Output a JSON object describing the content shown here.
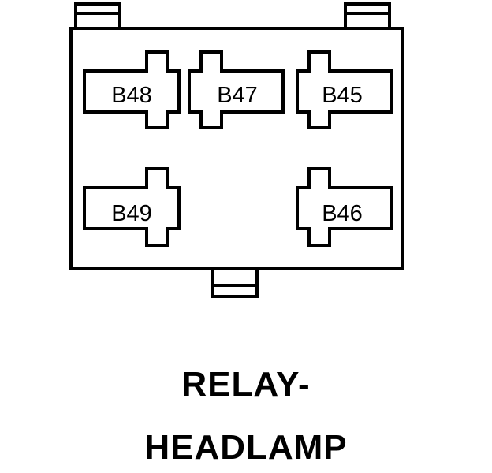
{
  "relay": {
    "terminals": [
      {
        "id": "b48",
        "label": "B48"
      },
      {
        "id": "b47",
        "label": "B47"
      },
      {
        "id": "b45",
        "label": "B45"
      },
      {
        "id": "b49",
        "label": "B49"
      },
      {
        "id": "b46",
        "label": "B46"
      }
    ]
  },
  "caption": {
    "line1": "RELAY-",
    "line2": "HEADLAMP"
  },
  "colors": {
    "stroke": "#000000",
    "background": "#ffffff"
  }
}
